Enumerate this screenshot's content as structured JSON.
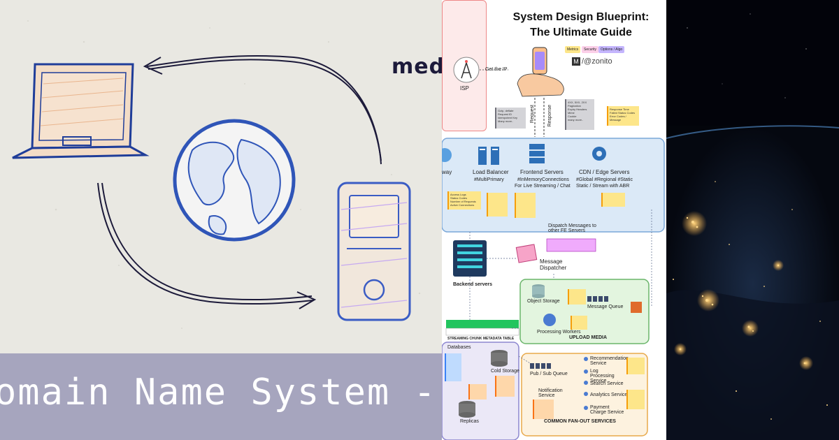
{
  "left": {
    "partial_word": "med",
    "band_text": "omain Name System - D"
  },
  "blueprint": {
    "title_line1": "System Design Blueprint:",
    "title_line2": "The Ultimate Guide",
    "tags": [
      "Metrics",
      "Security",
      "Options / Algo"
    ],
    "author": "/@zonito",
    "author_logo": "M",
    "isp_label": "ISP",
    "get_ip": "Get the IP",
    "request_label": "Request",
    "response_label": "Response",
    "request_notes": [
      "Gzip, deflate",
      "Request ID",
      "Idempotent Key",
      "Many more.."
    ],
    "response_notes": [
      "4XX, 5XX, 2XX",
      "Pagination",
      "Expiry Headers",
      "Mime",
      "Cookie",
      "many more.."
    ],
    "metrics_notes": [
      "Response Time",
      "Failed Status Codes",
      "Error Codes / Message"
    ],
    "gateway_label": "way",
    "lb_label": "Load Balancer",
    "lb_sub": "#MultiPrimary",
    "fe_label": "Frontend Servers",
    "fe_sub1": "#InMemoryConnections",
    "fe_sub2": "For Live Streaming / Chat",
    "cdn_label": "CDN / Edge Servers",
    "cdn_sub1": "#Global #Regional #Static",
    "cdn_sub2": "Static / Stream with ABR",
    "access_notes": [
      "Access Logs",
      "Status Codes",
      "Number of Requests",
      "Active Connections"
    ],
    "dispatch_note": "Dispatch Messages to other FE Servers",
    "message_dispatcher": "Message Dispatcher",
    "backend_label": "Backend servers",
    "upload_media": "UPLOAD MEDIA",
    "object_storage": "Object Storage",
    "message_queue": "Message Queue",
    "processing_workers": "Processing Workers",
    "metadata_table": "STREAMING CHUNK METADATA TABLE",
    "databases": "Databases",
    "cold_storage": "Cold Storage",
    "replicas": "Replicas",
    "pubsub": "Pub / Sub Queue",
    "notification": "Notification Service",
    "recommendation": "Recommendation Service",
    "log_processing": "Log Processing Service",
    "search_service": "Search Service",
    "analytics_service": "Analytics Service",
    "payment_service": "Payment Charge Service",
    "fanout": "COMMON FAN-OUT SERVICES"
  },
  "colors": {
    "paper": "#e9e8e2",
    "band": "#a6a5be",
    "ink": "#1c1a3a",
    "globe": "#2f55b8",
    "blue_zone": "#dbe9f7",
    "green_zone": "#e3f5df",
    "orange_zone": "#fdf2df",
    "sticky": "#fde68a",
    "space": "#03050b",
    "city_light": "#ffcf6b"
  }
}
